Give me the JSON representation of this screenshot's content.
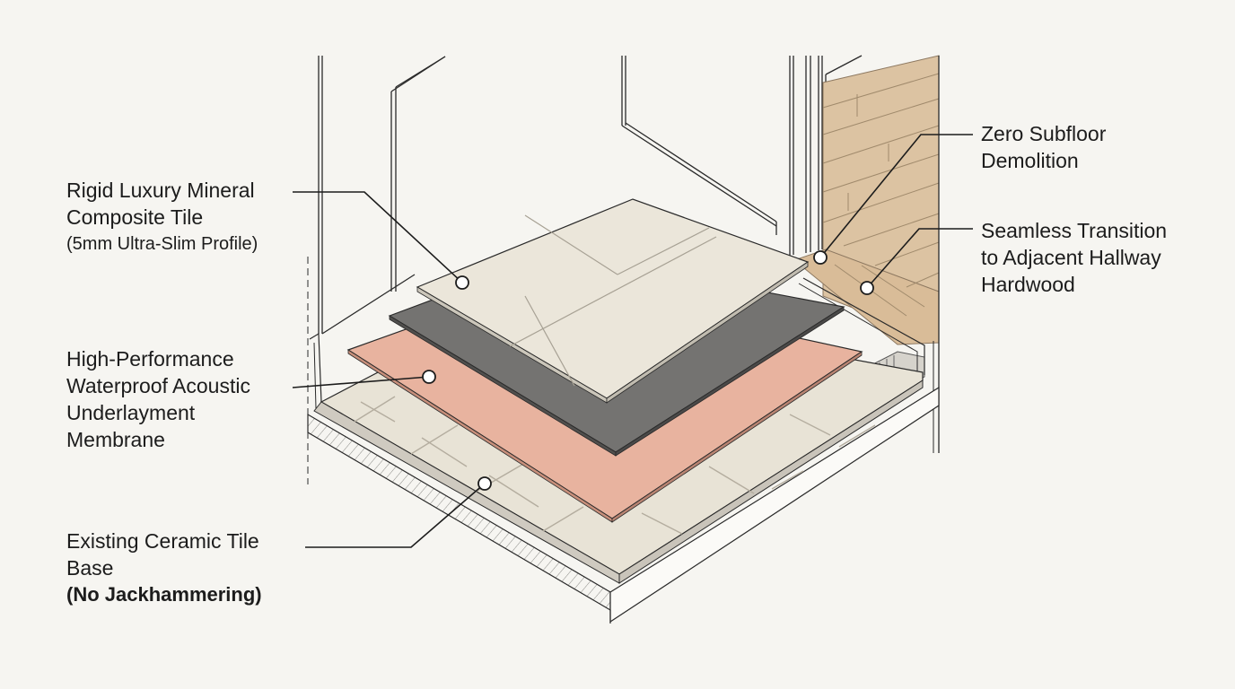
{
  "callouts": {
    "composite_tile": {
      "line1": "Rigid Luxury Mineral",
      "line2": "Composite Tile",
      "line3": "(5mm Ultra-Slim Profile)"
    },
    "underlayment": {
      "line1": "High-Performance",
      "line2": "Waterproof Acoustic",
      "line3": "Underlayment",
      "line4": "Membrane"
    },
    "ceramic_base": {
      "line1": "Existing Ceramic Tile",
      "line2": "Base",
      "line3": "(No Jackhammering)"
    },
    "subfloor": {
      "line1": "Zero Subfloor",
      "line2": "Demolition"
    },
    "transition": {
      "line1": "Seamless Transition",
      "line2": "to Adjacent Hallway",
      "line3": "Hardwood"
    }
  },
  "layers": [
    {
      "name": "composite-tile",
      "color": "#e9e3d6"
    },
    {
      "name": "underlayment-gray",
      "color": "#747371"
    },
    {
      "name": "underlayment-membrane",
      "color": "#e8b39f"
    },
    {
      "name": "ceramic-tile-base",
      "color": "#e8e3d6"
    },
    {
      "name": "hardwood",
      "color": "#dcc3a2"
    }
  ]
}
